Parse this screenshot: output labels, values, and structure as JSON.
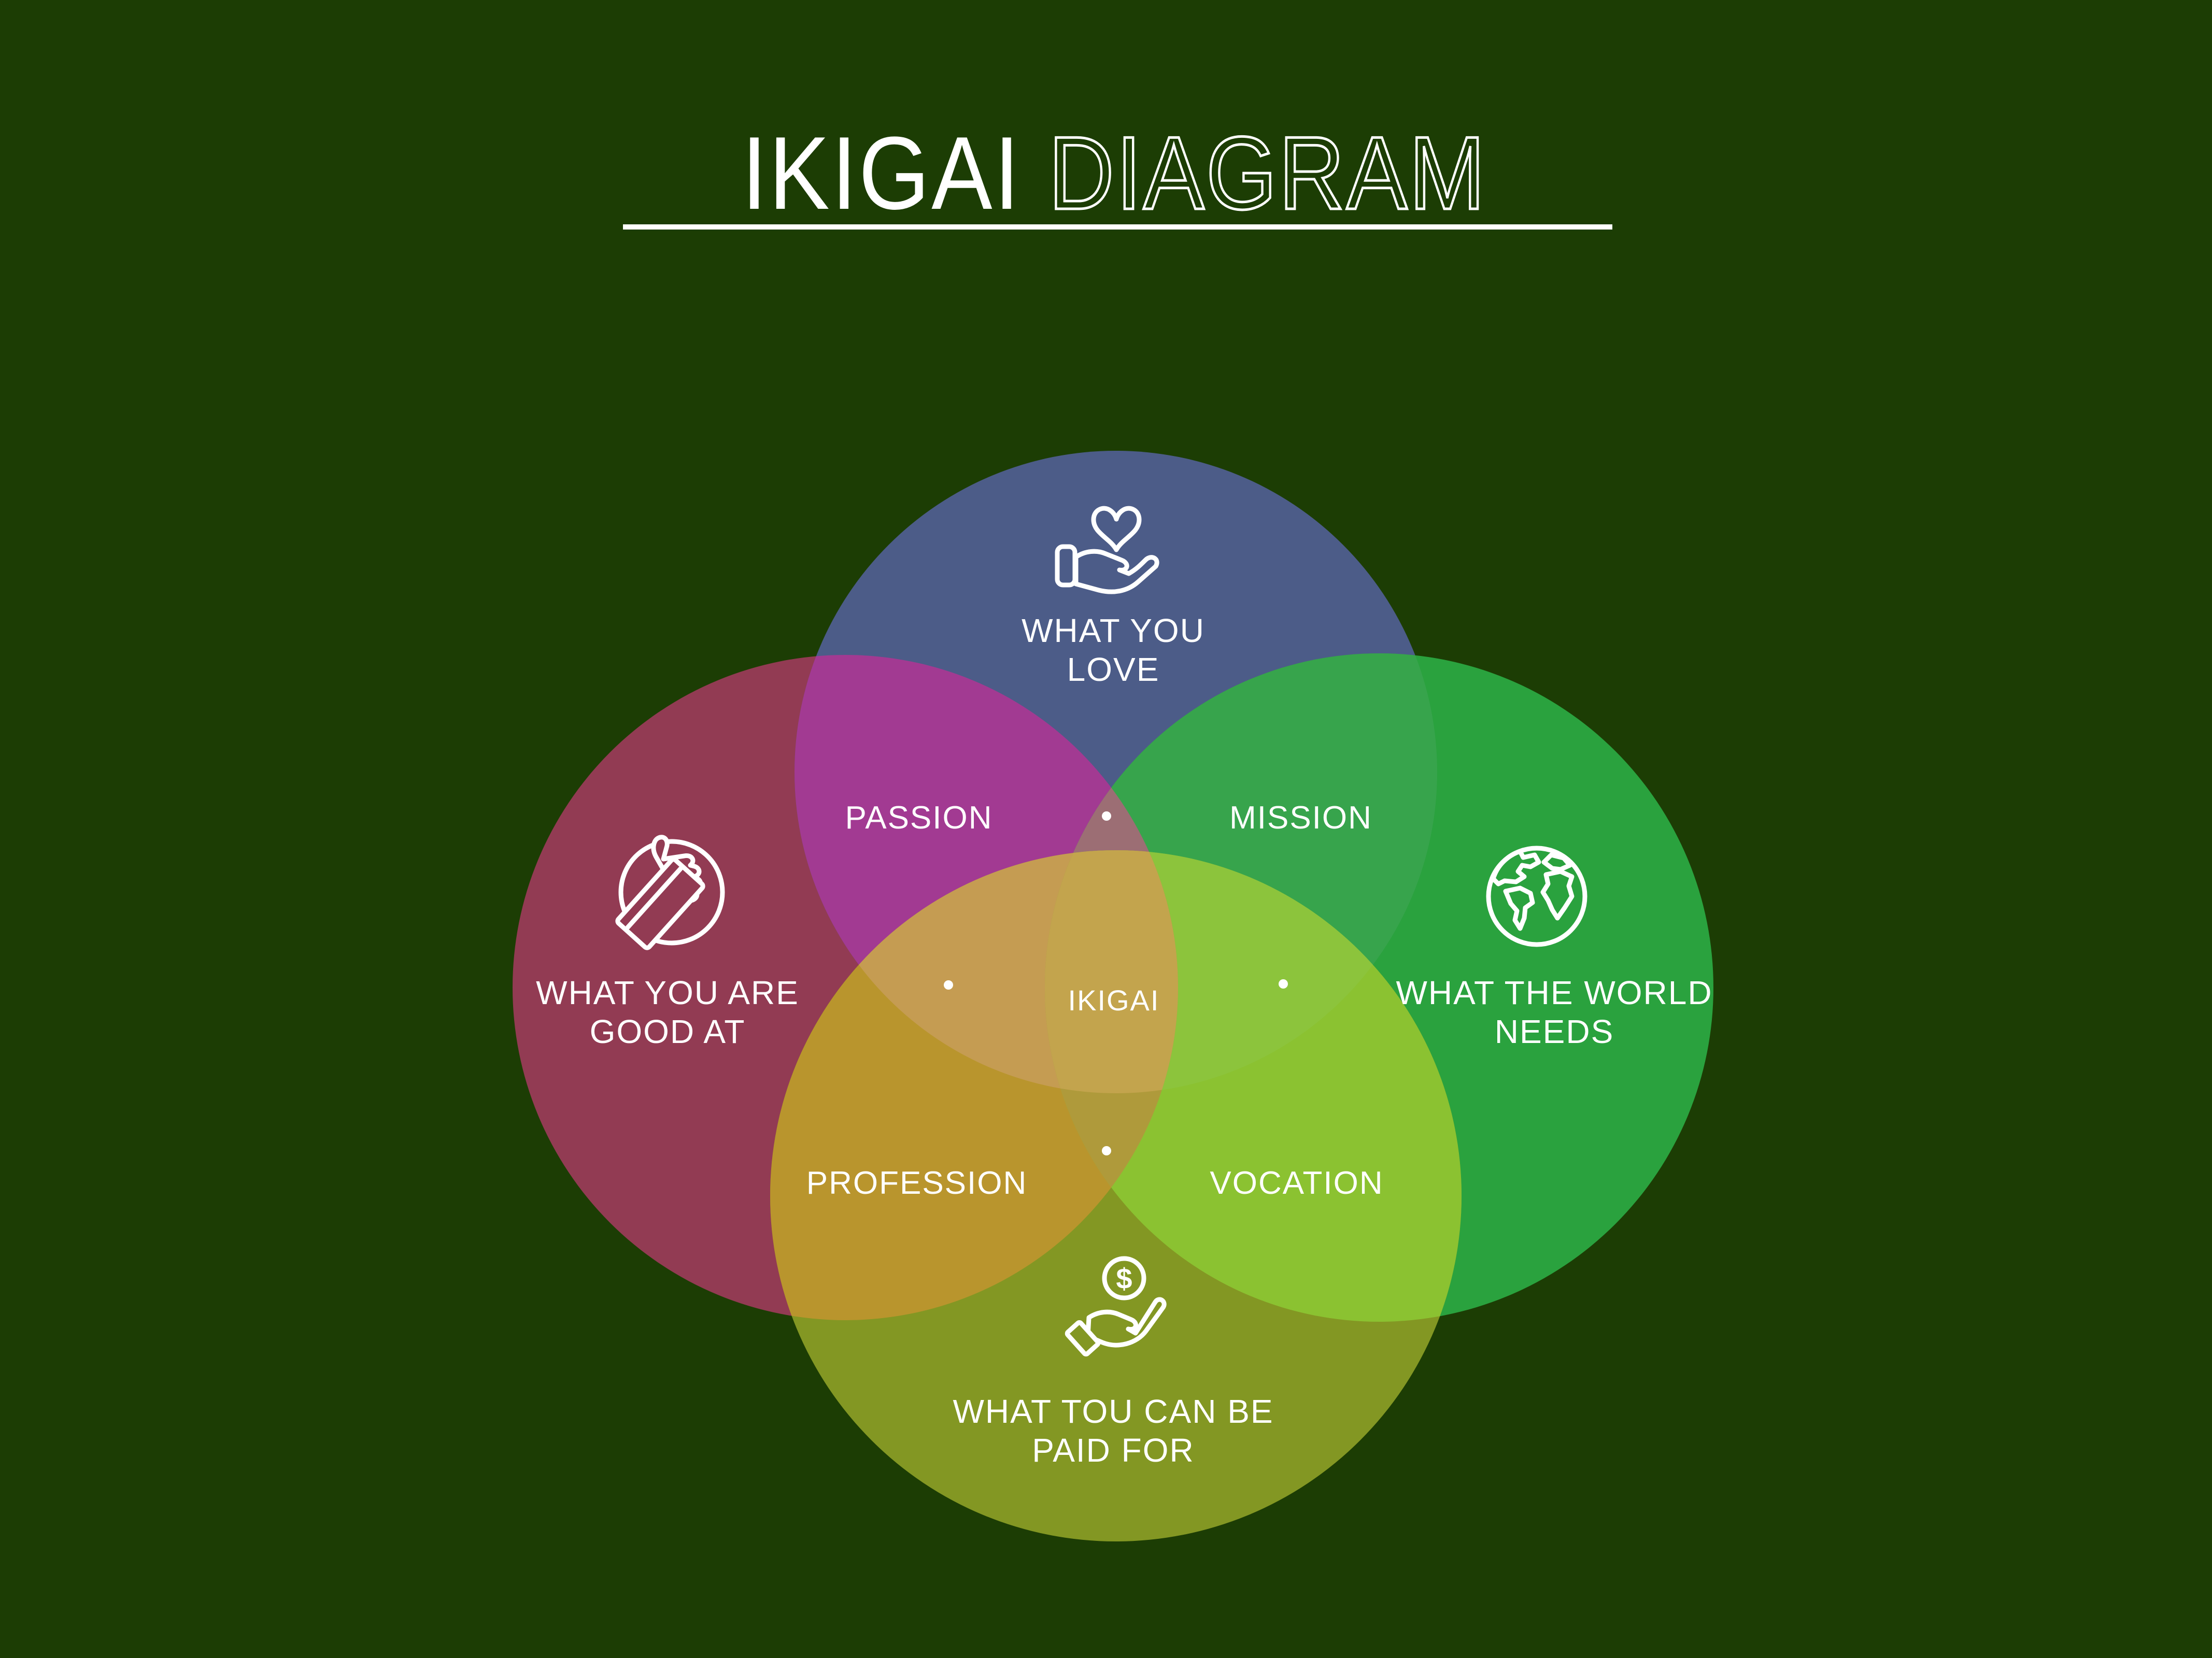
{
  "background_color": "#1c3d04",
  "text_color": "#ffffff",
  "title": {
    "word_solid": "IKIGAI",
    "word_outline": "DIAGRAM"
  },
  "circles": {
    "top": {
      "label_line1": "WHAT YOU",
      "label_line2": "LOVE",
      "icon": "heart-in-hand-icon",
      "color": "#4c5c88"
    },
    "left": {
      "label_line1": "WHAT YOU ARE",
      "label_line2": "GOOD AT",
      "icon": "thumbs-up-icon",
      "color": "#923b53"
    },
    "right": {
      "label_line1": "WHAT THE WORLD",
      "label_line2": "NEEDS",
      "icon": "globe-icon",
      "color": "#2aa23e"
    },
    "bottom": {
      "label_line1": "WHAT TOU CAN BE",
      "label_line2": "PAID FOR",
      "icon": "dollar-hand-icon",
      "color": "#839723",
      "coin_symbol": "$"
    }
  },
  "overlaps": {
    "passion": {
      "label": "PASSION",
      "color": "#a23a92"
    },
    "mission": {
      "label": "MISSION",
      "color": "#37a44c"
    },
    "profession": {
      "label": "PROFESSION",
      "color": "#b9952d"
    },
    "vocation": {
      "label": "VOCATION",
      "color": "#8bc231"
    },
    "center_ikigai": {
      "label": "IKIGAI",
      "color": "#c3a44d"
    },
    "love_good_world": {
      "color": "#9c6e74"
    },
    "love_good_paid": {
      "color": "#c59c52"
    },
    "love_world_paid": {
      "color": "#8cc43c"
    },
    "good_world_paid": {
      "color": "#af9a3b"
    }
  }
}
